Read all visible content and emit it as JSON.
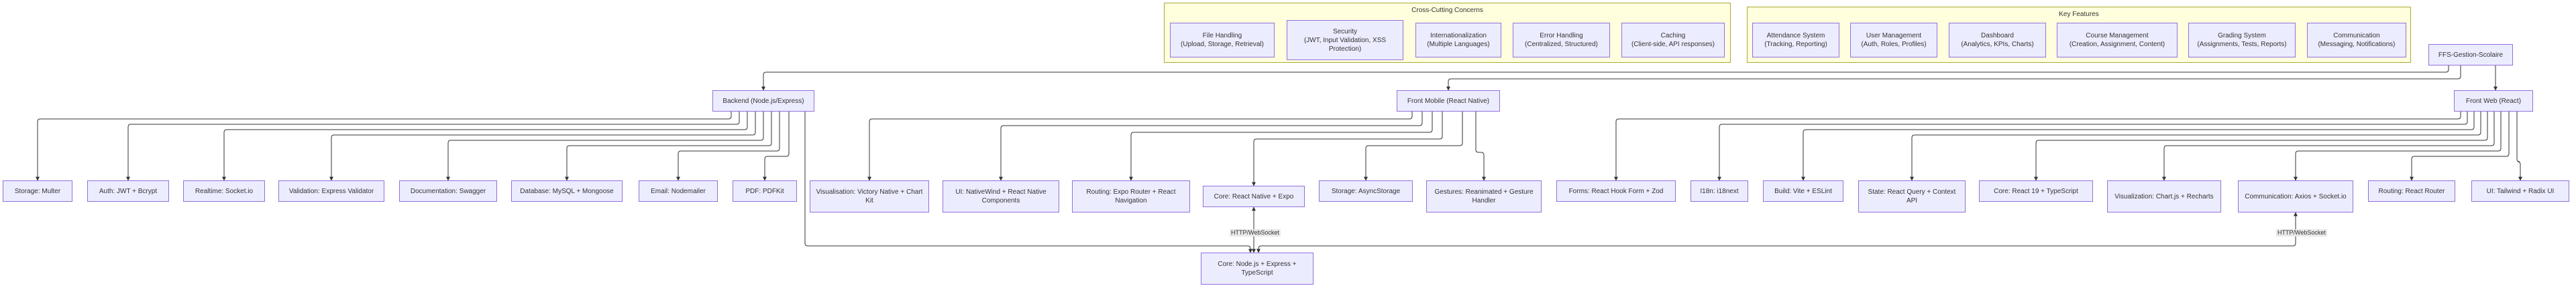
{
  "clusters": {
    "cross": {
      "title": "Cross-Cutting Concerns",
      "items": [
        "File Handling\n(Upload, Storage, Retrieval)",
        "Security\n(JWT, Input Validation, XSS Protection)",
        "Internationalization\n(Multiple Languages)",
        "Error Handling\n(Centralized, Structured)",
        "Caching\n(Client-side, API responses)"
      ]
    },
    "features": {
      "title": "Key Features",
      "items": [
        "Attendance System\n(Tracking, Reporting)",
        "User Management\n(Auth, Roles, Profiles)",
        "Dashboard\n(Analytics, KPIs, Charts)",
        "Course Management\n(Creation, Assignment, Content)",
        "Grading System\n(Assignments, Tests, Reports)",
        "Communication\n(Messaging, Notifications)"
      ]
    }
  },
  "nodes": {
    "root": "FFS-Gestion-Scolaire",
    "backend": "Backend (Node.js/Express)",
    "mobile": "Front Mobile (React Native)",
    "web": "Front Web (React)",
    "core_server": "Core: Node.js + Express + TypeScript",
    "core_mobile": "Core: React Native + Expo",
    "backend_children": [
      "Storage: Multer",
      "Auth: JWT + Bcrypt",
      "Realtime: Socket.io",
      "Validation: Express Validator",
      "Documentation: Swagger",
      "Database: MySQL + Mongoose",
      "Email: Nodemailer",
      "PDF: PDFKit"
    ],
    "mobile_children": [
      "Visualisation: Victory Native + Chart Kit",
      "UI: NativeWind + React Native Components",
      "Routing: Expo Router + React Navigation",
      "Storage: AsyncStorage",
      "Gestures: Reanimated + Gesture Handler"
    ],
    "web_children": [
      "Forms: React Hook Form + Zod",
      "I18n: i18next",
      "Build: Vite + ESLint",
      "State: React Query + Context API",
      "Core: React 19 + TypeScript",
      "Visualization: Chart.js + Recharts",
      "Communication: Axios + Socket.io",
      "Routing: React Router",
      "UI: Tailwind + Radix UI"
    ]
  },
  "edge_labels": {
    "mobile_link": "HTTP/WebSocket",
    "web_link": "HTTP/WebSocket"
  }
}
